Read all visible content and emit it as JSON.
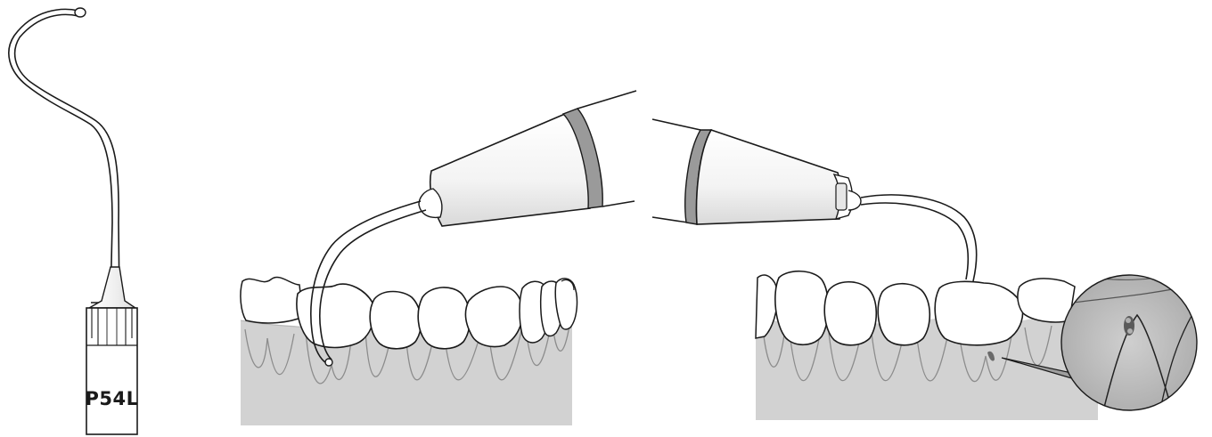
{
  "figure": {
    "tip": {
      "label": "P54L",
      "icon": "ultrasonic-scaler-tip-icon"
    },
    "panels": [
      {
        "name": "left-illustration",
        "icon": "handpiece-mandibular-posterior-icon"
      },
      {
        "name": "right-illustration",
        "icon": "handpiece-mandibular-detail-icon"
      }
    ],
    "colors": {
      "outline": "#1a1a1a",
      "bone": "#d2d2d2",
      "root": "#8c8c8c",
      "ring": "#9a9a9a",
      "magnifier": "#b9b9b9"
    }
  }
}
